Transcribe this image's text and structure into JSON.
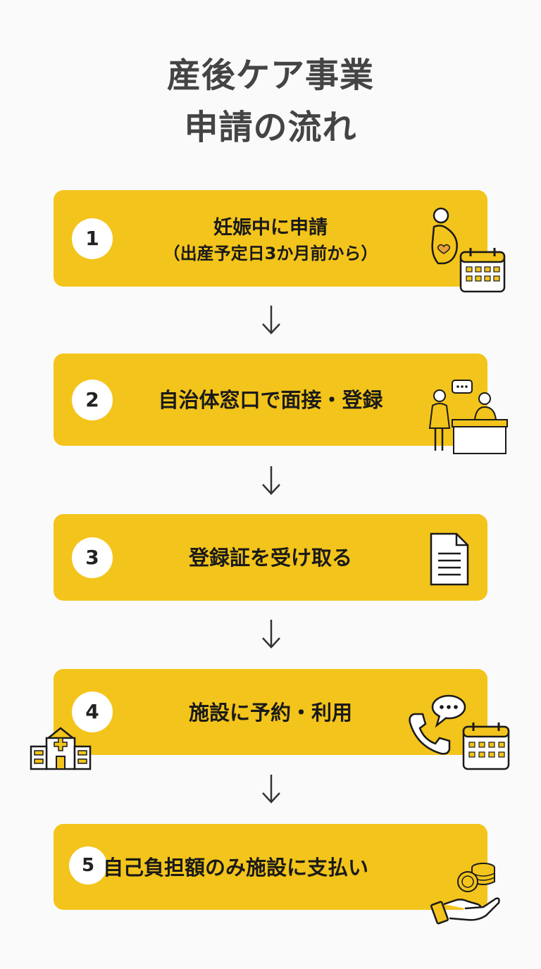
{
  "title": {
    "line1": "産後ケア事業",
    "line2": "申請の流れ"
  },
  "steps": [
    {
      "number": "1",
      "label_line1": "妊娠中に申請",
      "label_line2": "（出産予定日3か月前から）"
    },
    {
      "number": "2",
      "label": "自治体窓口で面接・登録"
    },
    {
      "number": "3",
      "label": "登録証を受け取る"
    },
    {
      "number": "4",
      "label": "施設に予約・利用"
    },
    {
      "number": "5",
      "label": "自己負担額のみ施設に支払い"
    }
  ],
  "icons": [
    "pregnant-woman-icon",
    "calendar-icon",
    "reception-desk-icon",
    "document-icon",
    "hospital-icon",
    "phone-icon",
    "speech-bubble-icon",
    "coins-hand-icon",
    "down-arrow-icon"
  ],
  "colors": {
    "step_fill": "#f3c41b",
    "title": "#444444",
    "background": "#fafafa"
  }
}
